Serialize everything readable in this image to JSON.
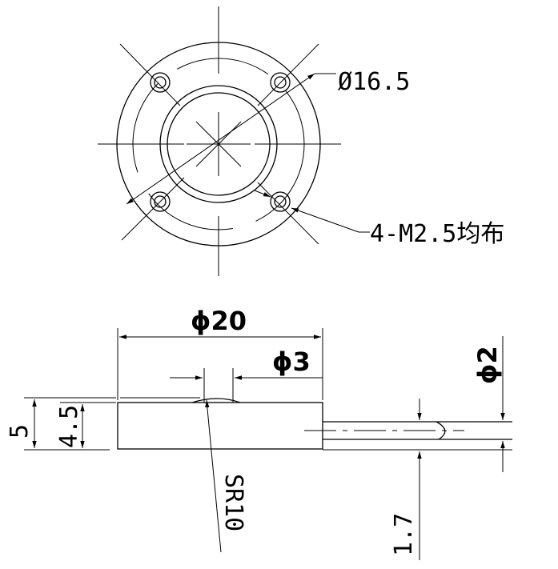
{
  "labels": {
    "bolt_circle_dia": "Ø16.5",
    "holes_spec": "4-M2.5均布",
    "outer_dia": "ϕ20",
    "button_dia": "ϕ3",
    "cable_dia": "ϕ2",
    "height_total": "5",
    "height_body": "4.5",
    "sphere_radius": "SR10",
    "cable_offset": "1.7"
  }
}
